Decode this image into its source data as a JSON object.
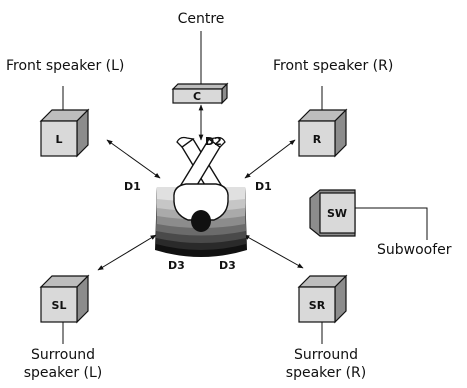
{
  "labels": {
    "centre": "Centre",
    "front_left": "Front speaker (L)",
    "front_right": "Front speaker (R)",
    "subwoofer": "Subwoofer",
    "surround_left_line1": "Surround",
    "surround_left_line2": "speaker (L)",
    "surround_right_line1": "Surround",
    "surround_right_line2": "speaker (R)"
  },
  "speaker_codes": {
    "centre": "C",
    "front_left": "L",
    "front_right": "R",
    "subwoofer": "SW",
    "surround_left": "SL",
    "surround_right": "SR"
  },
  "distances": {
    "d1_left": "D1",
    "d1_right": "D1",
    "d2": "D2",
    "d3_left": "D3",
    "d3_right": "D3"
  },
  "colors": {
    "line": "#111111",
    "speaker_front": "#d9d9d9",
    "speaker_side": "#8c8c8c",
    "speaker_top": "#bdbdbd"
  }
}
